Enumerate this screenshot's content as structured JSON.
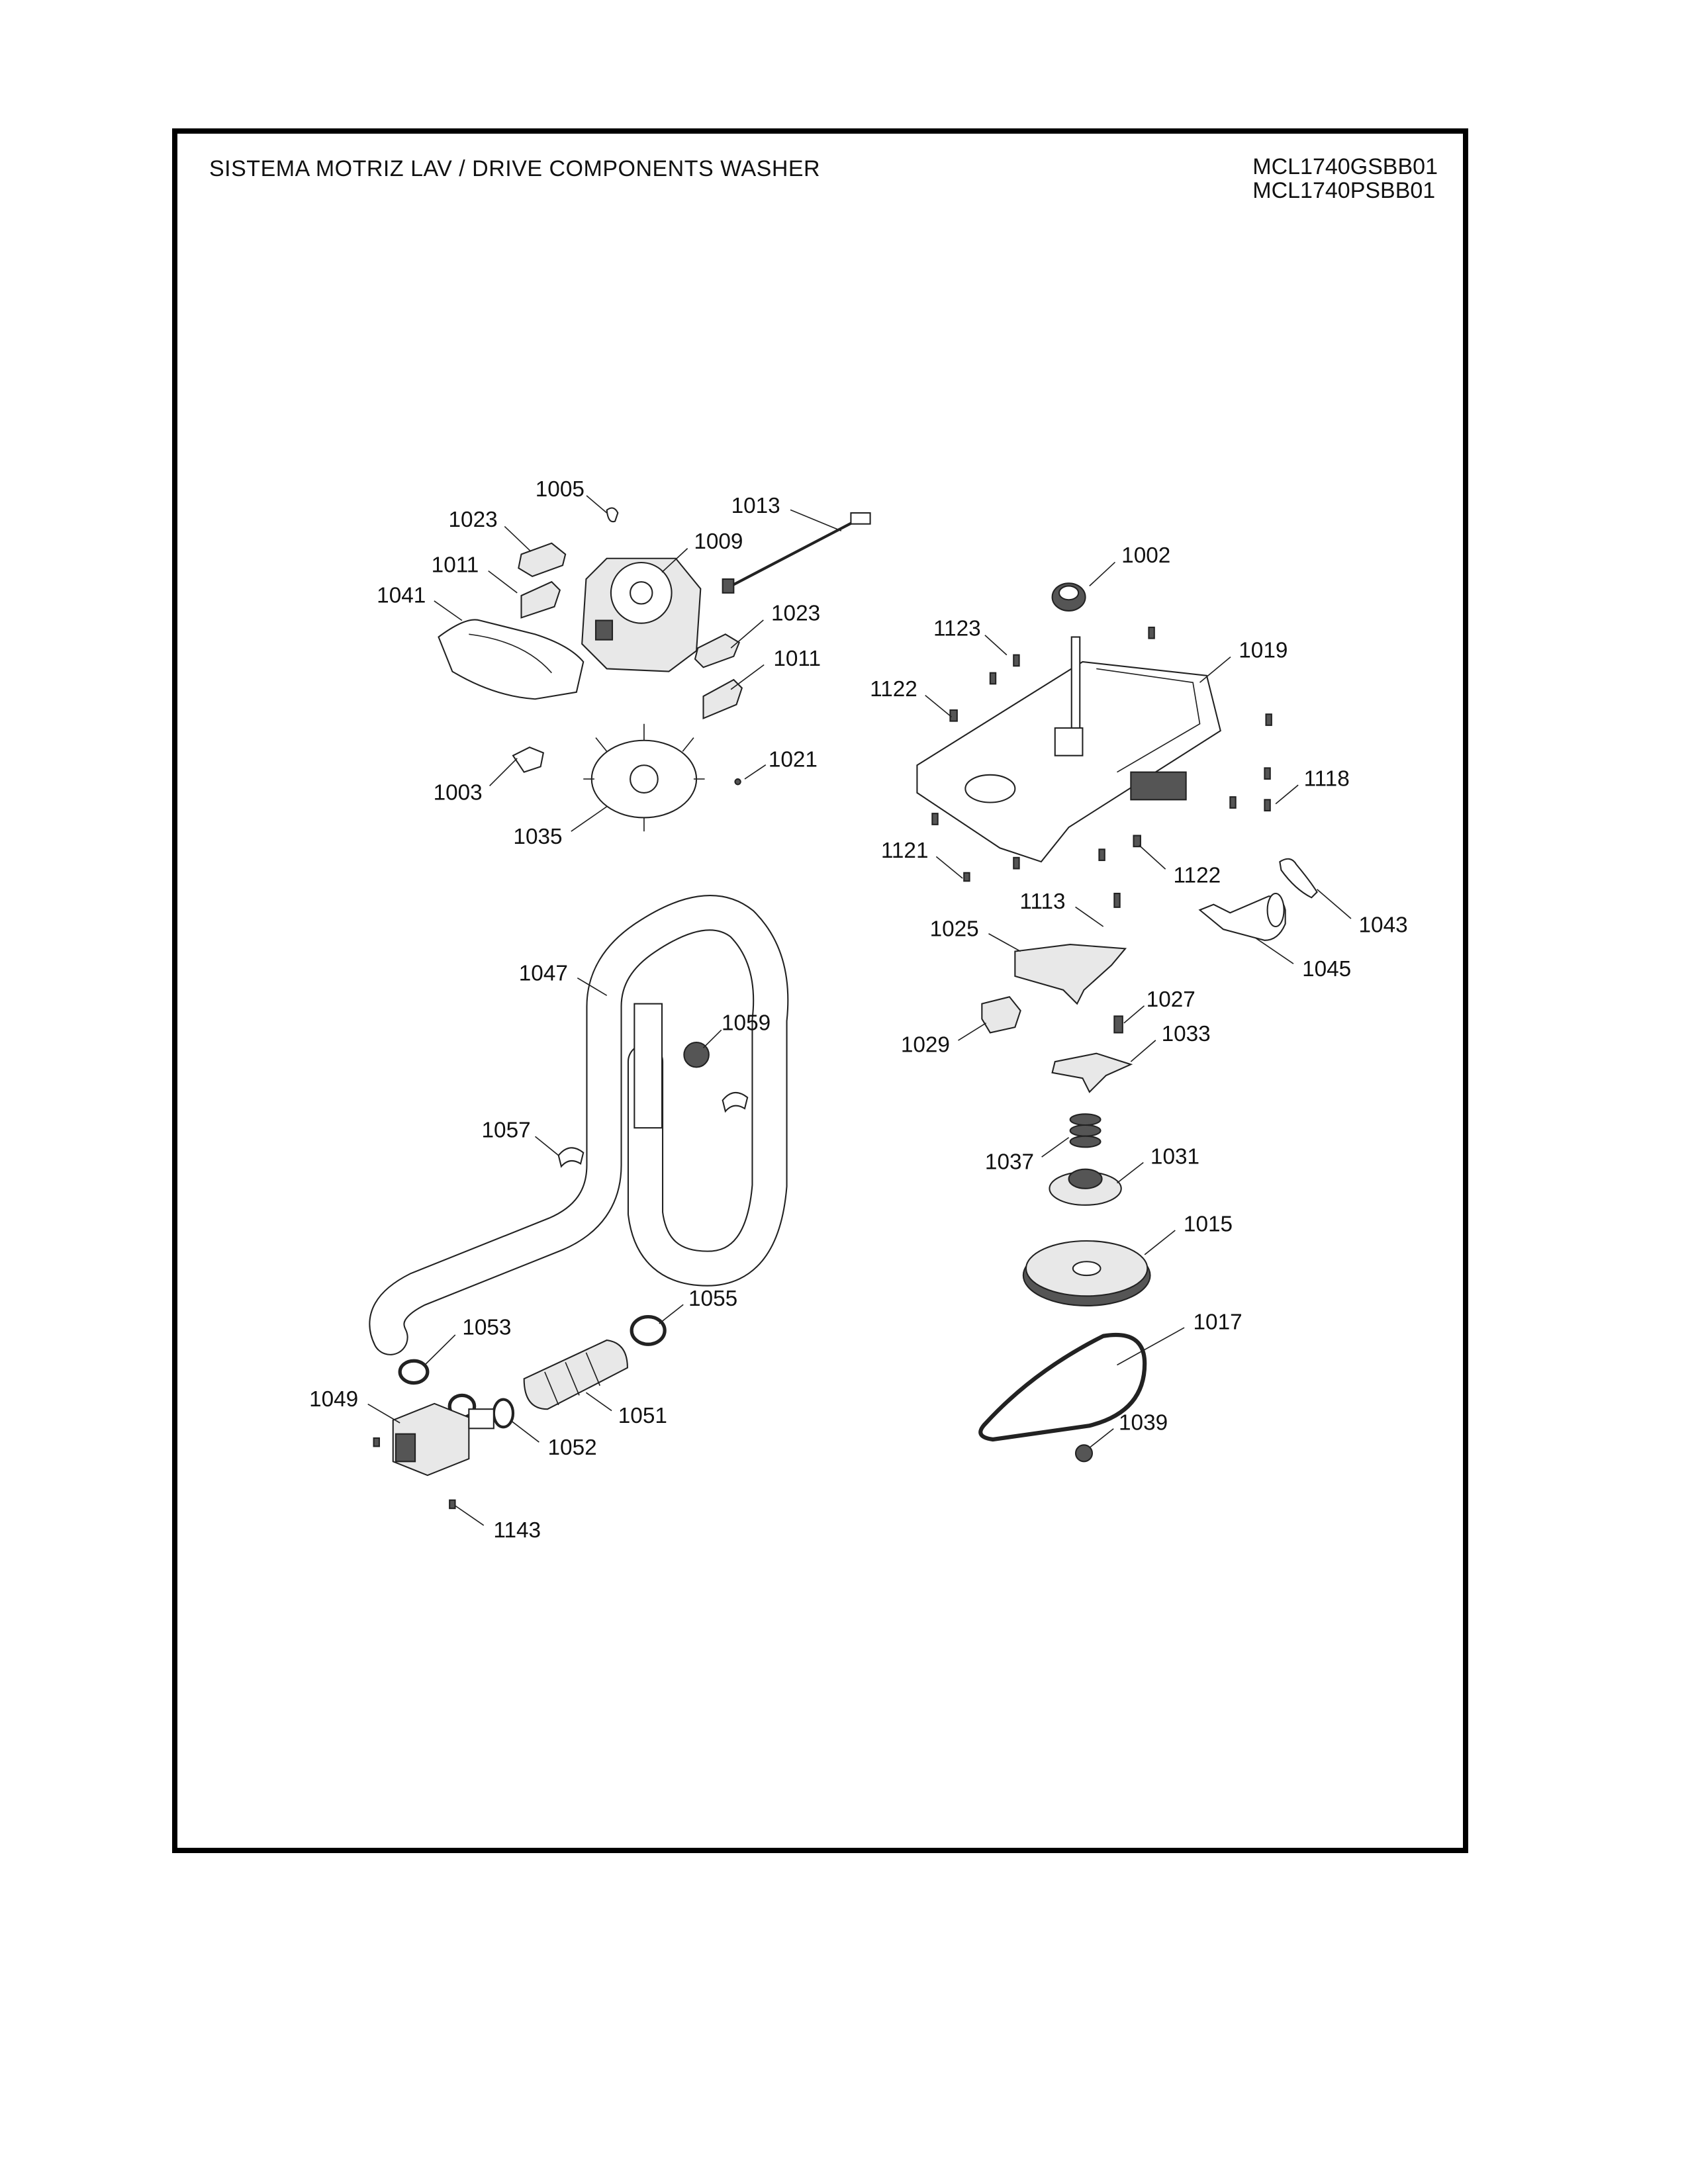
{
  "header": {
    "title": "SISTEMA MOTRIZ LAV / DRIVE COMPONENTS WASHER",
    "models": [
      "MCL1740GSBB01",
      "MCL1740PSBB01"
    ]
  },
  "callouts": [
    "1005",
    "1023",
    "1013",
    "1009",
    "1011",
    "1041",
    "1023",
    "1011",
    "1002",
    "1123",
    "1019",
    "1122",
    "1021",
    "1003",
    "1035",
    "1118",
    "1121",
    "1122",
    "1113",
    "1043",
    "1025",
    "1045",
    "1047",
    "1059",
    "1027",
    "1029",
    "1033",
    "1057",
    "1037",
    "1031",
    "1015",
    "1055",
    "1017",
    "1053",
    "1049",
    "1051",
    "1039",
    "1052",
    "1143"
  ]
}
